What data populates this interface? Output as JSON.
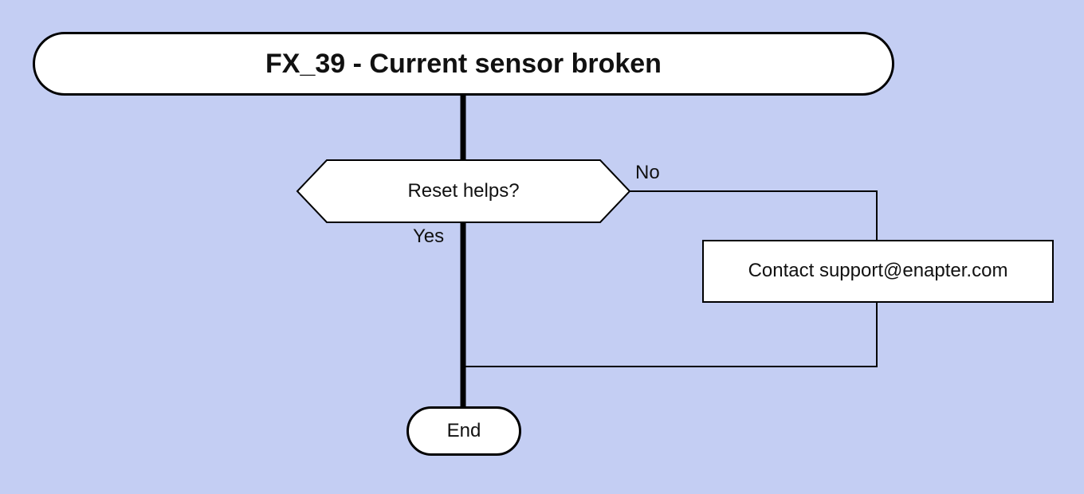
{
  "diagram": {
    "type": "flowchart",
    "colors": {
      "background": "#c4cef3",
      "node_fill": "#ffffff",
      "stroke": "#000000"
    },
    "nodes": {
      "title": {
        "label": "FX_39 - Current sensor broken",
        "shape": "stadium"
      },
      "decision": {
        "label": "Reset helps?",
        "shape": "hexagon"
      },
      "contact": {
        "label": "Contact support@enapter.com",
        "shape": "rectangle"
      },
      "end": {
        "label": "End",
        "shape": "stadium"
      }
    },
    "edge_labels": {
      "yes": "Yes",
      "no": "No"
    },
    "edges": [
      {
        "from": "title",
        "to": "decision",
        "label": ""
      },
      {
        "from": "decision",
        "to": "end",
        "label": "Yes"
      },
      {
        "from": "decision",
        "to": "contact",
        "label": "No"
      },
      {
        "from": "contact",
        "to": "end",
        "label": ""
      }
    ]
  }
}
